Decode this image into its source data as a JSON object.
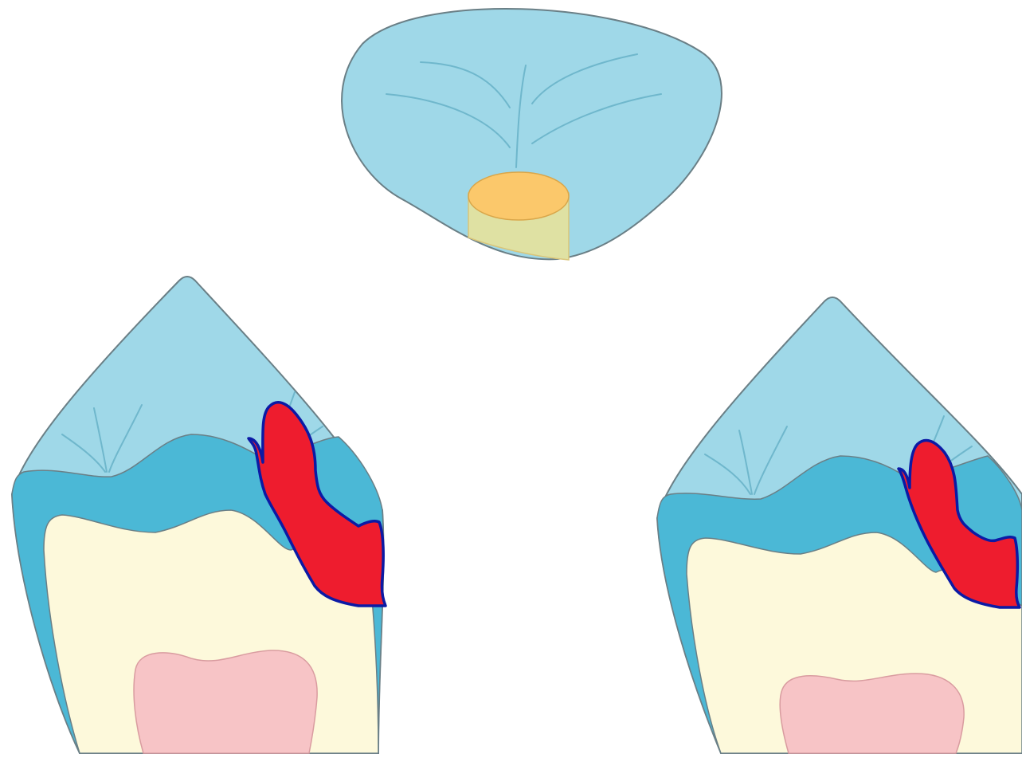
{
  "diagram": {
    "panels": [
      {
        "view": "occlusal",
        "name": "occlusal-view"
      },
      {
        "view": "cross-section",
        "name": "cross-section-left"
      },
      {
        "view": "cross-section",
        "name": "cross-section-right"
      }
    ],
    "colors": {
      "enamel_outer": "#9fd8e8",
      "enamel_inner": "#4bb8d6",
      "dentin": "#fdf9db",
      "pulp": "#f7c4c6",
      "restoration_top": "#fbc86b",
      "restoration_side": "#dfe1a3",
      "outline": "#6a7f86",
      "fissure": "#6fb7cc",
      "lesion_fill": "#ee1c2e",
      "lesion_outline": "#0b1aa5",
      "background": "#ffffff"
    }
  }
}
